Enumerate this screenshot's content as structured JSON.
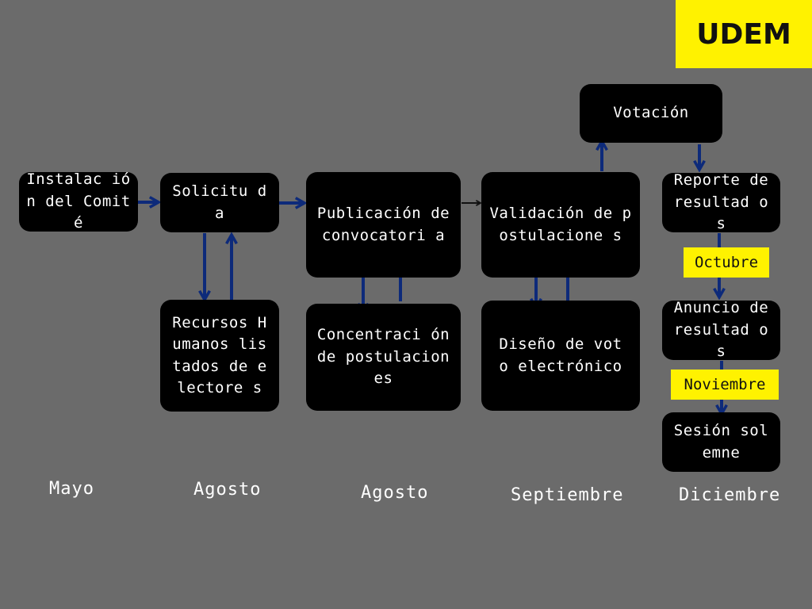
{
  "logo": "UDEM",
  "nodes": {
    "instalacion": "Instalac ión del Comité",
    "solicitud": "Solicitu d a",
    "recursos": "Recursos Humanos listados de electore s",
    "publicacion": "Publicación de convocatori a",
    "concentracion": "Concentraci ón de postulacion es",
    "validacion": "Validación de postulacione s",
    "diseno": "Diseño de voto electrónico",
    "votacion": "Votación",
    "reporte": "Reporte de resultad os",
    "anuncio": "Anuncio de resultad os",
    "sesion": "Sesión solemne"
  },
  "tags": {
    "octubre": "Octubre",
    "noviembre": "Noviembre"
  },
  "months": [
    "Mayo",
    "Agosto",
    "Agosto",
    "Septiembre",
    "Diciembre"
  ],
  "colors": {
    "arrow": "#0d2a7a",
    "tag": "#fff200",
    "background": "#6b6b6b"
  }
}
